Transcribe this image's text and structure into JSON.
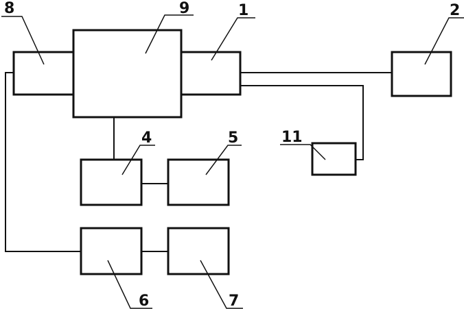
{
  "diagram": {
    "labels": {
      "l1": "1",
      "l2": "2",
      "l4": "4",
      "l5": "5",
      "l6": "6",
      "l7": "7",
      "l8": "8",
      "l9": "9",
      "l11": "11"
    }
  },
  "colors": {
    "line": "#111111",
    "background": "#ffffff"
  }
}
